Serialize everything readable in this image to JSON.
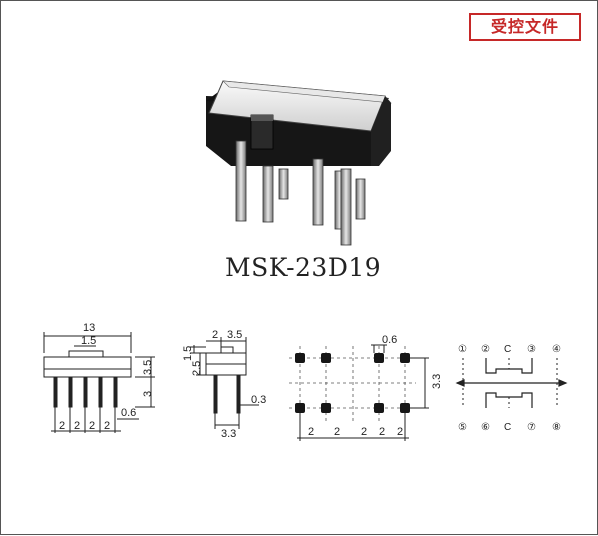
{
  "stamp": {
    "text": "受控文件",
    "color": "#c62828"
  },
  "product": {
    "model": "MSK-23D19"
  },
  "front_view": {
    "dims": {
      "overall_width": "13",
      "slide_width": "1.5",
      "pin_pitch": [
        "2",
        "2",
        "2",
        "2"
      ],
      "pin_offset": "0.6",
      "body_height": "3.5",
      "pin_length": "3"
    }
  },
  "side_view": {
    "dims": {
      "top_width": "2",
      "overall_depth": "3.5",
      "knob_height": "1.5",
      "body_height": "2.5",
      "pin_spacing": "3.3",
      "pin_thickness": "0.3"
    }
  },
  "pcb_layout": {
    "dims": {
      "pad_width": "0.6",
      "row_spacing": "3.3",
      "pitch": [
        "2",
        "2",
        "2",
        "2",
        "2"
      ]
    }
  },
  "schematic": {
    "top_labels": [
      "①",
      "②",
      "C",
      "③",
      "④"
    ],
    "bottom_labels": [
      "⑤",
      "⑥",
      "C",
      "⑦",
      "⑧"
    ]
  }
}
